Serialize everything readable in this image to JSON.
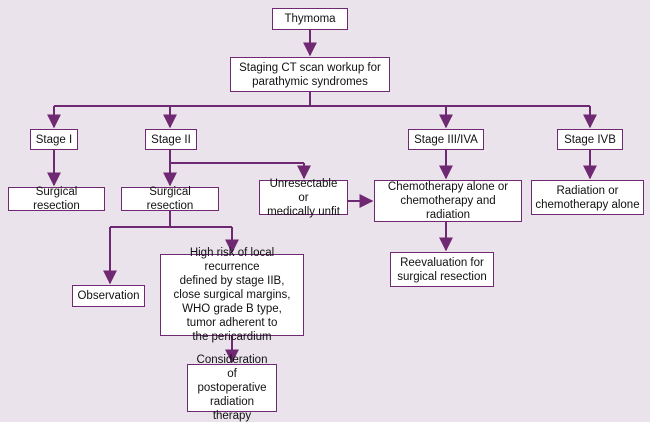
{
  "colors": {
    "background": "#eae3ec",
    "line": "#6f2872",
    "box_fill": "#ffffff",
    "text": "#111111"
  },
  "nodes": {
    "thymoma": "Thymoma",
    "staging": "Staging CT scan workup for\nparathymic syndromes",
    "stage1": "Stage I",
    "stage2": "Stage II",
    "stage3": "Stage III/IVA",
    "stage4b": "Stage IVB",
    "surg1": "Surgical resection",
    "surg2": "Surgical resection",
    "unresect": "Unresectable or\nmedically unfit",
    "chemo": "Chemotherapy alone or\nchemotherapy and radiation",
    "radiation": "Radiation or\nchemotherapy alone",
    "reeval": "Reevaluation for\nsurgical resection",
    "observation": "Observation",
    "highrisk": "High risk of local recurrence\ndefined by stage IIB,\nclose surgical margins,\nWHO grade B type,\ntumor adherent to\nthe pericardium",
    "postop": "Consideration of\npostoperative\nradiation therapy"
  }
}
